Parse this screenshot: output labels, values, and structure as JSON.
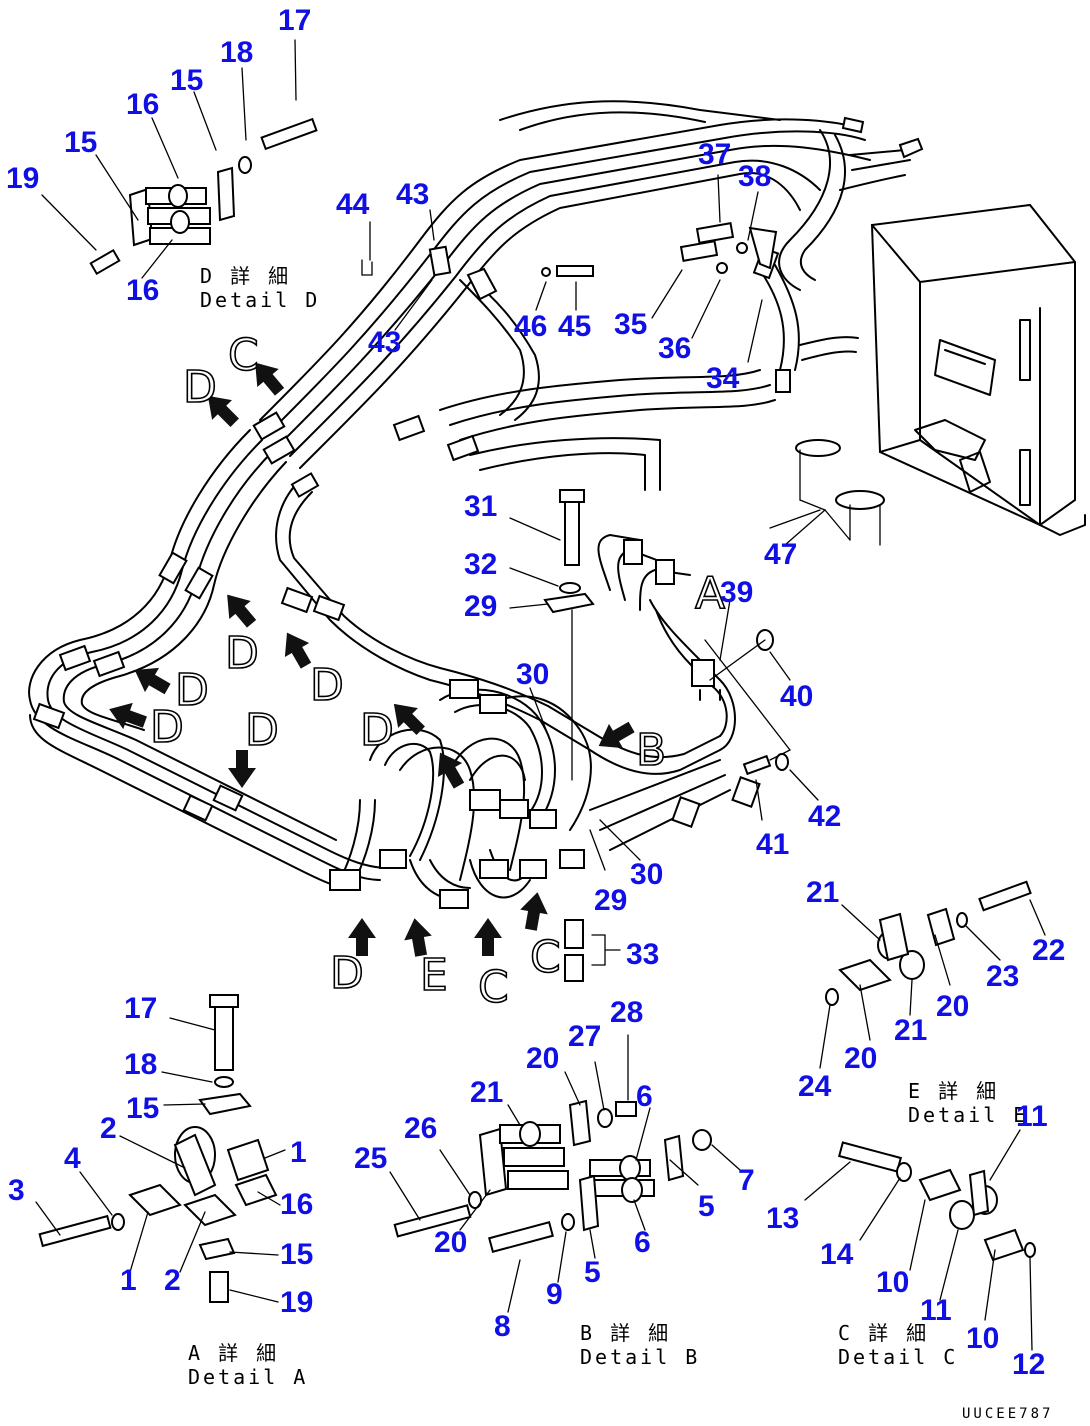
{
  "labels": {
    "n1": "1",
    "n2": "2",
    "n3": "3",
    "n4": "4",
    "n5": "5",
    "n6": "6",
    "n7": "7",
    "n8": "8",
    "n9": "9",
    "n10": "10",
    "n11": "11",
    "n12": "12",
    "n13": "13",
    "n14": "14",
    "n15": "15",
    "n16": "16",
    "n17": "17",
    "n18": "18",
    "n19": "19",
    "n20": "20",
    "n21": "21",
    "n22": "22",
    "n23": "23",
    "n24": "24",
    "n25": "25",
    "n26": "26",
    "n27": "27",
    "n28": "28",
    "n29": "29",
    "n30": "30",
    "n31": "31",
    "n32": "32",
    "n33": "33",
    "n34": "34",
    "n35": "35",
    "n36": "36",
    "n37": "37",
    "n38": "38",
    "n39": "39",
    "n40": "40",
    "n41": "41",
    "n42": "42",
    "n43": "43",
    "n44": "44",
    "n45": "45",
    "n46": "46",
    "n47": "47"
  },
  "view_letters": {
    "A": "A",
    "B": "B",
    "C": "C",
    "D": "D",
    "E": "E"
  },
  "details": {
    "A": {
      "jp": "A 詳 細",
      "en": "Detail A"
    },
    "B": {
      "jp": "B 詳 細",
      "en": "Detail B"
    },
    "C": {
      "jp": "C 詳 細",
      "en": "Detail C"
    },
    "D": {
      "jp": "D 詳 細",
      "en": "Detail D"
    },
    "E": {
      "jp": "E 詳 細",
      "en": "Detail E"
    }
  },
  "drawing_code": "UUCEE787",
  "colors": {
    "callout": "#1010e6",
    "line": "#000000",
    "background": "#ffffff"
  }
}
